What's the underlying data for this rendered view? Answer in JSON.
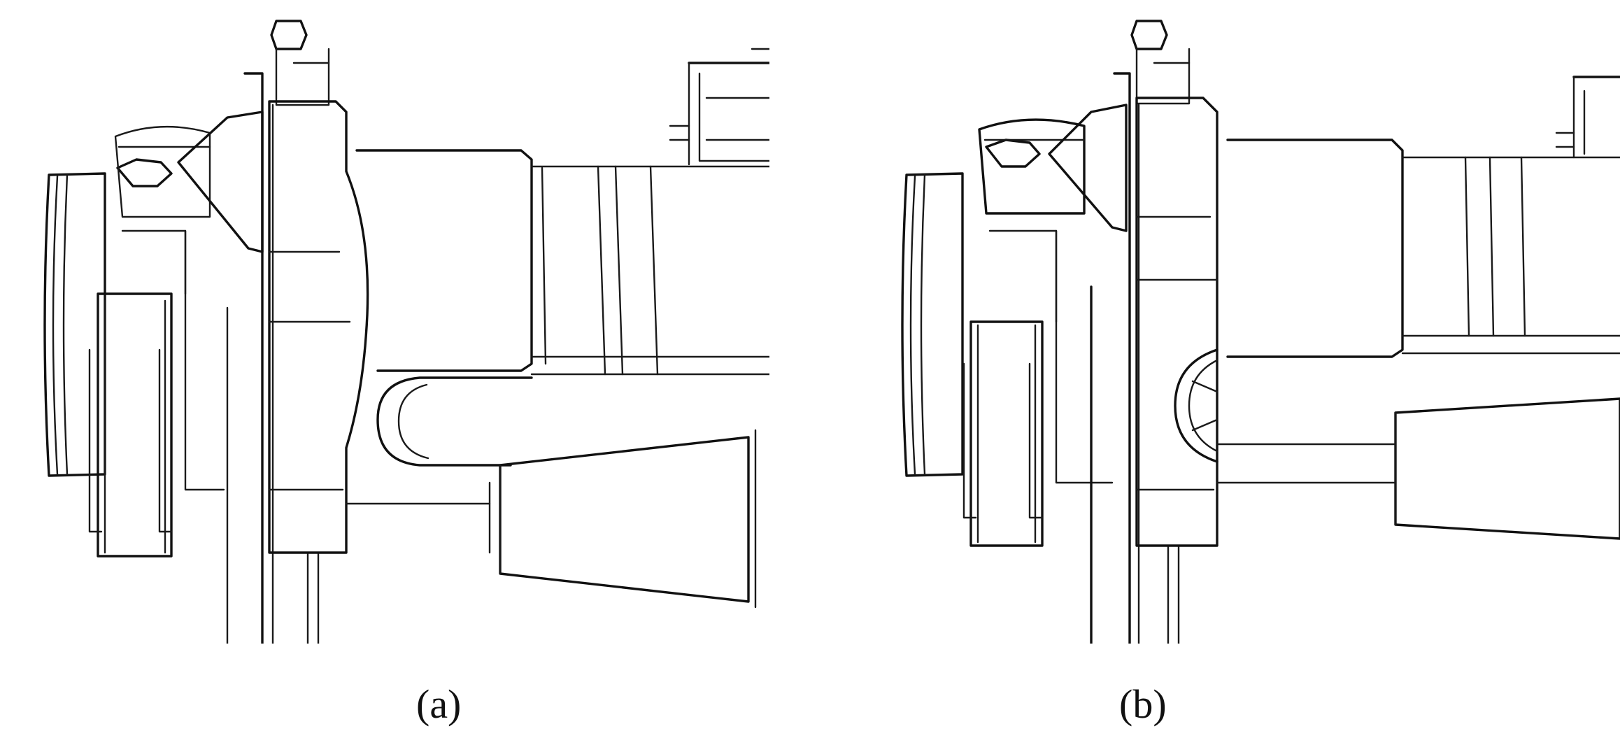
{
  "figure": {
    "panels": [
      {
        "id": "a",
        "label": "(a)"
      },
      {
        "id": "b",
        "label": "(b)"
      }
    ],
    "colors": {
      "line": "#1a1a1a",
      "background": "#ffffff"
    }
  }
}
